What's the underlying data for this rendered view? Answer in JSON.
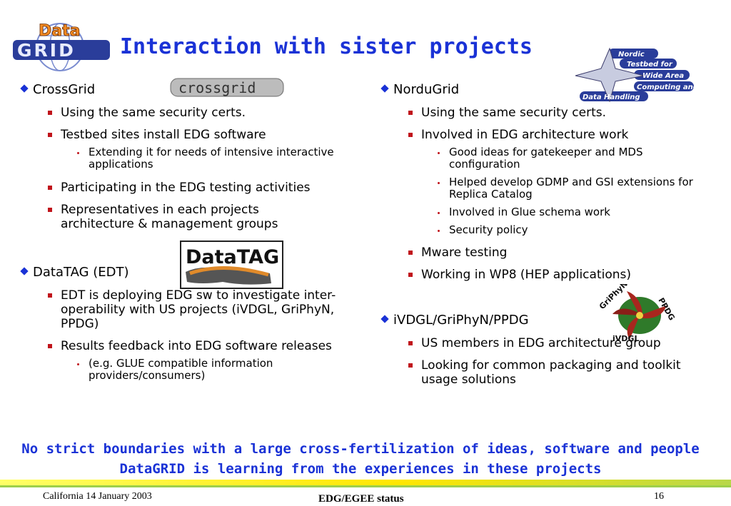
{
  "title": "Interaction with sister projects",
  "logos": {
    "datagrid": "DataGRID",
    "crossgrid": "crossgrid",
    "datatag": "DataTAG",
    "nordugrid_lines": [
      "Nordic",
      "Testbed for",
      "Wide Area",
      "Computing and",
      "Data Handling"
    ],
    "ivdgl_words": [
      "GriPhyN",
      "PPDG",
      "iVDGL"
    ]
  },
  "left": {
    "crossgrid": {
      "heading": "CrossGrid",
      "items": [
        "Using the same security certs.",
        "Testbed sites install EDG software",
        "Participating in the EDG testing activities",
        "Representatives in each projects architecture & management groups"
      ],
      "sub": [
        "Extending it for needs of intensive interactive applications"
      ]
    },
    "datatag": {
      "heading": "DataTAG (EDT)",
      "items": [
        "EDT is deploying EDG sw to investigate inter-operability with US projects (iVDGL, GriPhyN, PPDG)",
        "Results feedback into EDG software releases"
      ],
      "sub": [
        "(e.g. GLUE compatible information providers/consumers)"
      ]
    }
  },
  "right": {
    "nordugrid": {
      "heading": "NorduGrid",
      "items": [
        "Using the same security certs.",
        "Involved in EDG architecture work",
        "Mware testing",
        "Working in WP8 (HEP applications)"
      ],
      "sub": [
        "Good ideas for gatekeeper and MDS configuration",
        "Helped develop GDMP and GSI extensions for Replica Catalog",
        "Involved in Glue schema work",
        "Security policy"
      ]
    },
    "ivdgl": {
      "heading": "iVDGL/GriPhyN/PPDG",
      "items": [
        "US members in EDG architecture group",
        "Looking for common packaging and toolkit usage solutions"
      ]
    }
  },
  "closing": [
    "No strict boundaries with a large cross-fertilization of ideas, software and people",
    "DataGRID is learning from the experiences in these projects"
  ],
  "footer": {
    "left": "California 14 January 2003",
    "center": "EDG/EGEE status",
    "page": "16"
  },
  "colors": {
    "accent": "#1a32d6",
    "bullet_red": "#c0141b",
    "bar_yellow": "#ffe600",
    "bar_green": "#9ecf4a"
  }
}
